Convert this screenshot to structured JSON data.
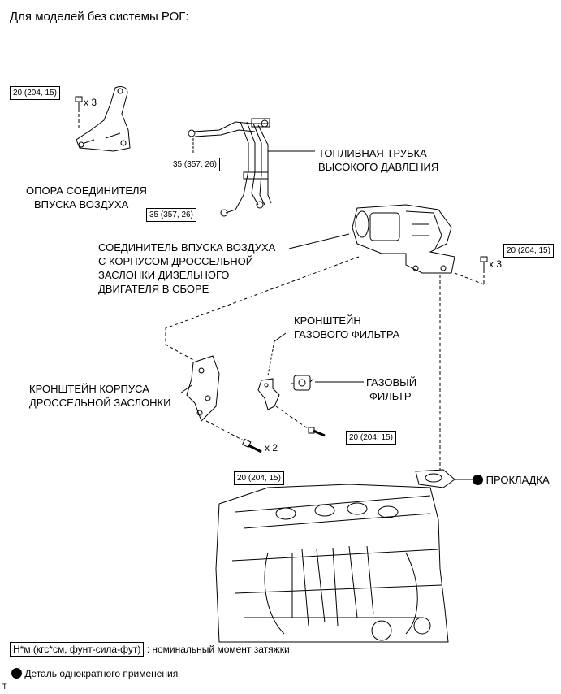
{
  "title": "Для моделей без системы РОГ:",
  "labels": {
    "air_intake_connector_support": [
      "ОПОРА СОЕДИНИТЕЛЯ",
      "ВПУСКА ВОЗДУХА"
    ],
    "high_pressure_fuel_pipe": [
      "ТОПЛИВНАЯ ТРУБКА",
      "ВЫСОКОГО ДАВЛЕНИЯ"
    ],
    "air_intake_connector_throttle_body": [
      "СОЕДИНИТЕЛЬ ВПУСКА ВОЗДУХА",
      "С КОРПУСОМ ДРОССЕЛЬНОЙ",
      "ЗАСЛОНКИ ДИЗЕЛЬНОГО",
      "ДВИГАТЕЛЯ В СБОРЕ"
    ],
    "gas_filter_bracket": [
      "КРОНШТЕЙН",
      "ГАЗОВОГО ФИЛЬТРА"
    ],
    "throttle_body_bracket": [
      "КРОНШТЕЙН КОРПУСА",
      "ДРОССЕЛЬНОЙ ЗАСЛОНКИ"
    ],
    "gas_filter": [
      "ГАЗОВЫЙ",
      "ФИЛЬТР"
    ],
    "gasket": "ПРОКЛАДКА"
  },
  "torques": {
    "support_bolts": "20 (204, 15)",
    "fuel_pipe_top": "35 (357, 26)",
    "fuel_pipe_bottom": "35 (357, 26)",
    "connector_bolts": "20 (204, 15)",
    "bracket_bolt": "20 (204, 15)",
    "bracket_bolts_lower": "20 (204, 15)"
  },
  "multipliers": {
    "support": "x 3",
    "connector": "x 3",
    "bracket_lower": "x 2"
  },
  "legend": {
    "torque_unit": "Н*м (кгс*см, фунт-сила-фут)",
    "torque_desc": ": номинальный момент затяжки",
    "non_reusable": "Деталь однократного применения"
  },
  "corner_mark": "T"
}
